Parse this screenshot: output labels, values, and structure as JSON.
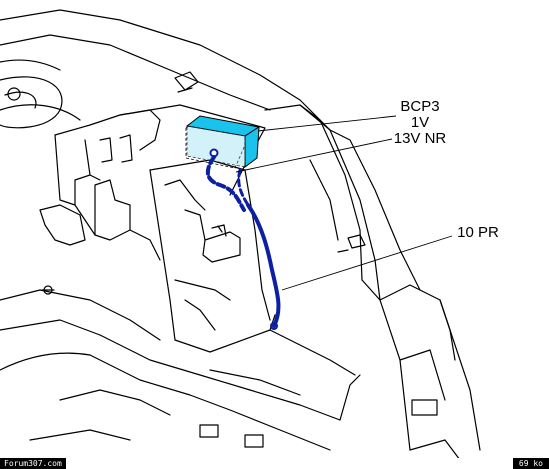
{
  "labels": {
    "connector": "BCP3",
    "line2": "1V",
    "line3": "13V NR",
    "harness": "10 PR"
  },
  "footer": {
    "site": "Forum307.com",
    "size": "69 ko"
  },
  "colors": {
    "connector_fill": "#19c3eb",
    "harness": "#0d1fa3",
    "lines": "#000000"
  }
}
